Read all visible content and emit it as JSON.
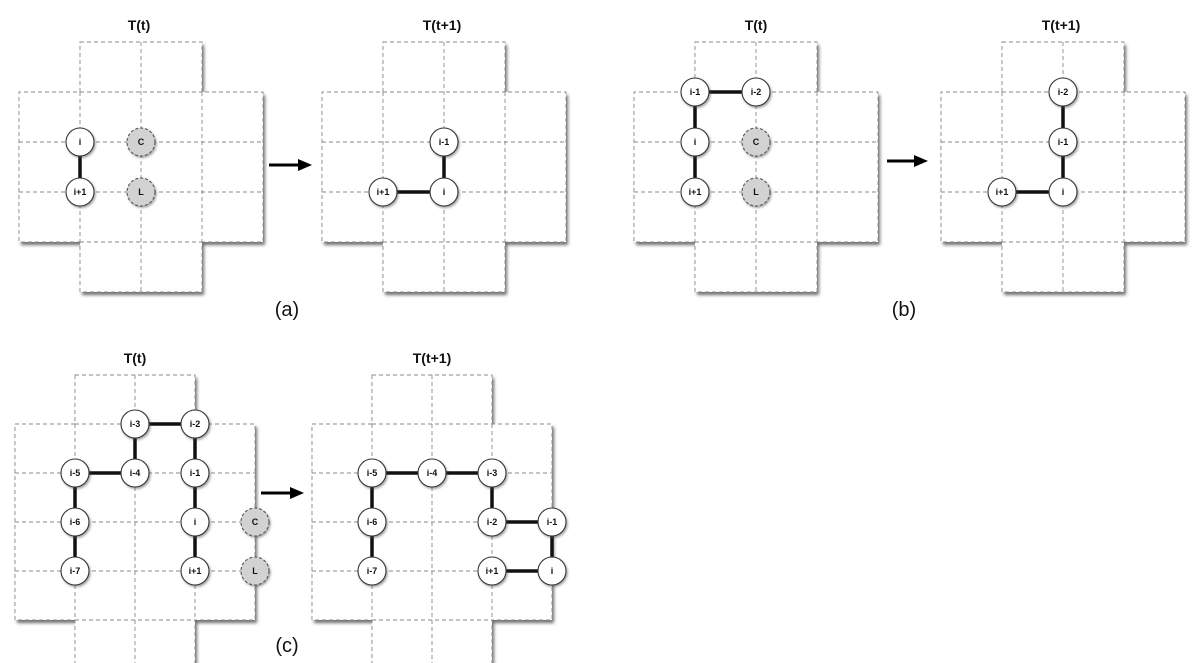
{
  "labels": {
    "before": "T(t)",
    "after": "T(t+1)",
    "panel_a": "(a)",
    "panel_b": "(b)",
    "panel_c": "(c)"
  },
  "colors": {
    "cell_fill": "#ffffff",
    "shadow": "#555555",
    "ghost_node": "#d2d2d2",
    "bond": "#111111"
  },
  "panels": [
    {
      "id": "a",
      "title_key": "before",
      "nodes": [
        {
          "label": "i",
          "col": 1,
          "row": 2
        },
        {
          "label": "i+1",
          "col": 1,
          "row": 3
        },
        {
          "label": "C",
          "col": 2,
          "row": 2,
          "ghost": true
        },
        {
          "label": "L",
          "col": 2,
          "row": 3,
          "ghost": true
        }
      ],
      "bonds": [
        [
          "i",
          "i+1"
        ]
      ]
    },
    {
      "id": "a",
      "title_key": "after",
      "nodes": [
        {
          "label": "i-1",
          "col": 2,
          "row": 2
        },
        {
          "label": "i+1",
          "col": 1,
          "row": 3
        },
        {
          "label": "i",
          "col": 2,
          "row": 3
        }
      ],
      "bonds": [
        [
          "i-1",
          "i"
        ],
        [
          "i+1",
          "i"
        ]
      ]
    },
    {
      "id": "b",
      "title_key": "before",
      "nodes": [
        {
          "label": "i-1",
          "col": 1,
          "row": 1
        },
        {
          "label": "i-2",
          "col": 2,
          "row": 1
        },
        {
          "label": "i",
          "col": 1,
          "row": 2
        },
        {
          "label": "C",
          "col": 2,
          "row": 2,
          "ghost": true
        },
        {
          "label": "i+1",
          "col": 1,
          "row": 3
        },
        {
          "label": "L",
          "col": 2,
          "row": 3,
          "ghost": true
        }
      ],
      "bonds": [
        [
          "i-1",
          "i-2"
        ],
        [
          "i-1",
          "i"
        ],
        [
          "i",
          "i+1"
        ]
      ]
    },
    {
      "id": "b",
      "title_key": "after",
      "nodes": [
        {
          "label": "i-2",
          "col": 2,
          "row": 1
        },
        {
          "label": "i-1",
          "col": 2,
          "row": 2
        },
        {
          "label": "i+1",
          "col": 1,
          "row": 3
        },
        {
          "label": "i",
          "col": 2,
          "row": 3
        }
      ],
      "bonds": [
        [
          "i-2",
          "i-1"
        ],
        [
          "i-1",
          "i"
        ],
        [
          "i+1",
          "i"
        ]
      ]
    },
    {
      "id": "c",
      "title_key": "before",
      "nodes": [
        {
          "label": "i-3",
          "col": 2,
          "row": 1
        },
        {
          "label": "i-2",
          "col": 3,
          "row": 1
        },
        {
          "label": "i-5",
          "col": 1,
          "row": 2
        },
        {
          "label": "i-4",
          "col": 2,
          "row": 2
        },
        {
          "label": "i-1",
          "col": 3,
          "row": 2
        },
        {
          "label": "i-6",
          "col": 1,
          "row": 3
        },
        {
          "label": "i",
          "col": 3,
          "row": 3
        },
        {
          "label": "C",
          "col": 4,
          "row": 3,
          "ghost": true
        },
        {
          "label": "i-7",
          "col": 1,
          "row": 4
        },
        {
          "label": "i+1",
          "col": 3,
          "row": 4
        },
        {
          "label": "L",
          "col": 4,
          "row": 4,
          "ghost": true
        }
      ],
      "bonds": [
        [
          "i-3",
          "i-2"
        ],
        [
          "i-3",
          "i-4"
        ],
        [
          "i-5",
          "i-4"
        ],
        [
          "i-2",
          "i-1"
        ],
        [
          "i-1",
          "i"
        ],
        [
          "i",
          "i+1"
        ],
        [
          "i-5",
          "i-6"
        ],
        [
          "i-6",
          "i-7"
        ]
      ]
    },
    {
      "id": "c",
      "title_key": "after",
      "nodes": [
        {
          "label": "i-5",
          "col": 1,
          "row": 2
        },
        {
          "label": "i-4",
          "col": 2,
          "row": 2
        },
        {
          "label": "i-3",
          "col": 3,
          "row": 2
        },
        {
          "label": "i-6",
          "col": 1,
          "row": 3
        },
        {
          "label": "i-2",
          "col": 3,
          "row": 3
        },
        {
          "label": "i-1",
          "col": 4,
          "row": 3
        },
        {
          "label": "i-7",
          "col": 1,
          "row": 4
        },
        {
          "label": "i+1",
          "col": 3,
          "row": 4
        },
        {
          "label": "i",
          "col": 4,
          "row": 4
        }
      ],
      "bonds": [
        [
          "i-5",
          "i-4"
        ],
        [
          "i-4",
          "i-3"
        ],
        [
          "i-3",
          "i-2"
        ],
        [
          "i-2",
          "i-1"
        ],
        [
          "i-1",
          "i"
        ],
        [
          "i+1",
          "i"
        ],
        [
          "i-5",
          "i-6"
        ],
        [
          "i-6",
          "i-7"
        ]
      ]
    }
  ]
}
